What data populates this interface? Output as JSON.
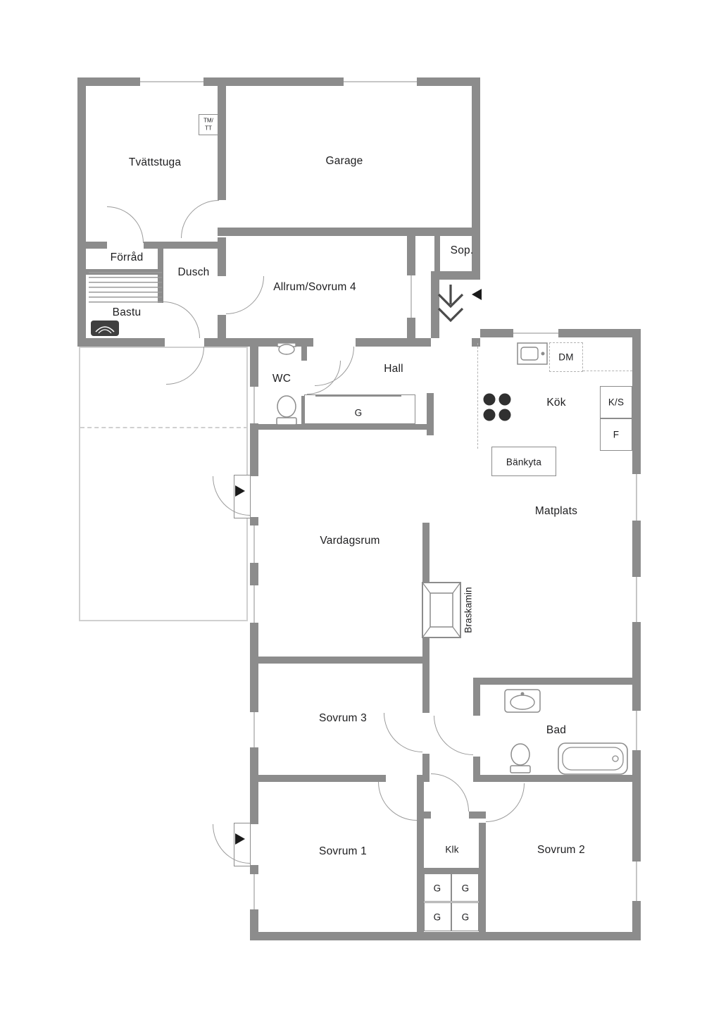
{
  "labels": {
    "tvattstuga": "Tvättstuga",
    "garage": "Garage",
    "tmtt_top": "TM/",
    "tmtt_bottom": "TT",
    "forrad": "Förråd",
    "dusch": "Dusch",
    "bastu": "Bastu",
    "allrum": "Allrum/Sovrum 4",
    "sop": "Sop.",
    "wc": "WC",
    "hall": "Hall",
    "g_hall": "G",
    "kok": "Kök",
    "dm": "DM",
    "ks": "K/S",
    "f": "F",
    "bankyta": "Bänkyta",
    "matplats": "Matplats",
    "vardagsrum": "Vardagsrum",
    "braskamin": "Braskamin",
    "sovrum3": "Sovrum 3",
    "bad": "Bad",
    "sovrum1": "Sovrum 1",
    "klk": "Klk",
    "sovrum2": "Sovrum 2",
    "g_wardrobe_1": "G",
    "g_wardrobe_2": "G",
    "g_wardrobe_3": "G",
    "g_wardrobe_4": "G"
  },
  "colors": {
    "wall": "#8c8c8c",
    "background": "#ffffff",
    "text": "#1d1d1f",
    "patio_outline": "#d0d0d0",
    "door_arc": "#9b9b9b",
    "fixture_dark": "#303030",
    "marker_black": "#1a1a1a"
  }
}
